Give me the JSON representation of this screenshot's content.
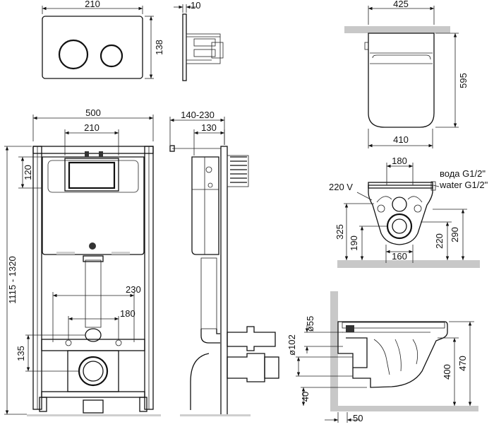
{
  "dimensions": {
    "plate_width": "210",
    "plate_height": "138",
    "plate_depth": "10",
    "frame_width": "500",
    "tank_width": "210",
    "tank_offset": "120",
    "frame_height": "1115 - 1320",
    "depth_range": "140-230",
    "depth_130": "130",
    "studs_230": "230",
    "studs_180": "180",
    "outlet_135": "135",
    "bowl_top_width": "425",
    "bowl_length": "595",
    "bowl_bottom_width": "410",
    "front_180": "180",
    "power_label": "220 V",
    "water_label_ru": "вода G1/2\"",
    "water_label_en": "water G1/2\"",
    "front_325": "325",
    "front_190": "190",
    "front_160": "160",
    "front_220": "220",
    "front_290": "290",
    "side_d55": "ø55",
    "side_d102": "ø102",
    "side_400": "400",
    "side_470": "470",
    "side_40": "40",
    "side_50": "50"
  }
}
